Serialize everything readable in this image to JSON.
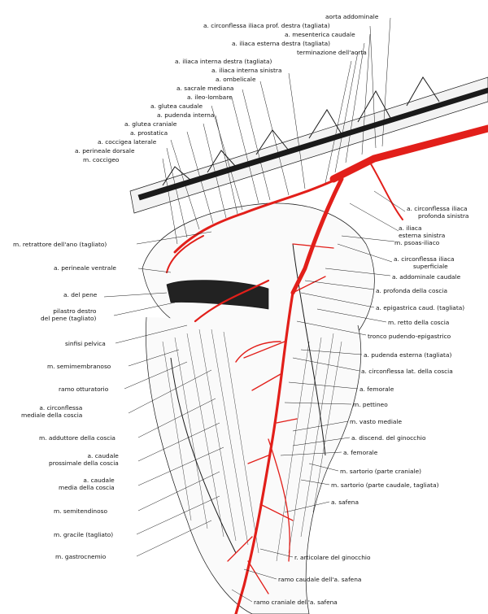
{
  "colors": {
    "artery": "#e21f1a",
    "ink": "#1a1a1a",
    "paper": "#ffffff"
  },
  "labels": {
    "top": [
      "aorta addominale",
      "a. circonflessa iliaca prof. destra (tagliata)",
      "a. mesenterica caudale",
      "a. iliaca esterna destra (tagliata)",
      "terminazione dell'aorta",
      "a. iliaca interna destra (tagliata)",
      "a. iliaca interna sinistra",
      "a. ombelicale",
      "a. sacrale mediana",
      "a. ileo-lombare",
      "a. glutea caudale",
      "a. pudenda interna",
      "a. glutea craniale",
      "a. prostatica",
      "a. coccigea laterale",
      "a. perineale dorsale",
      "m. coccigeo"
    ],
    "left": [
      "m. retrattore dell'ano (tagliato)",
      "a. perineale ventrale",
      "a. del pene",
      [
        "pilastro destro",
        "del pene (tagliato)"
      ],
      "sinfisi pelvica",
      "m. semimembranoso",
      "ramo otturatorio",
      [
        "a. circonflessa",
        "mediale della coscia"
      ],
      "m. adduttore della coscia",
      [
        "a. caudale",
        "prossimale della coscia"
      ],
      [
        "a. caudale",
        "media della coscia"
      ],
      "m. semitendinoso",
      "m. gracile (tagliato)",
      "m. gastrocnemio"
    ],
    "right": [
      [
        "a. circonflessa iliaca",
        "profonda sinistra"
      ],
      [
        "a. iliaca",
        "esterna sinistra"
      ],
      "m. psoas-iliaco",
      [
        "a. circonflessa iliaca",
        "superficiale"
      ],
      "a. addominale caudale",
      "a. profonda della coscia",
      "a. epigastrica caud. (tagliata)",
      "m. retto della coscia",
      "tronco pudendo-epigastrico",
      "a. pudenda esterna (tagliata)",
      "a. circonflessa lat. della coscia",
      "a. femorale",
      "m. pettineo",
      "m. vasto mediale",
      "a. discend. del ginocchio",
      "a. femorale",
      "m. sartorio (parte craniale)",
      "m. sartorio (parte caudale, tagliata)",
      "a. safena"
    ],
    "bottom": [
      "r. articolare del ginocchio",
      "ramo caudale dell'a. safena",
      "ramo craniale dell'a. safena"
    ]
  }
}
